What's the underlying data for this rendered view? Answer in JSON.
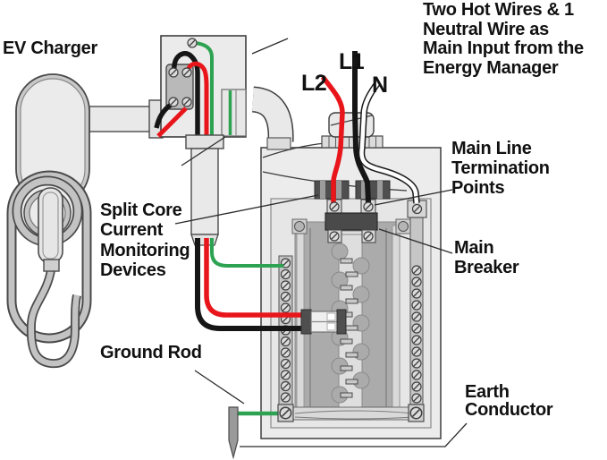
{
  "labels": {
    "ev_charger": "EV Charger",
    "energy_manager_note": [
      "Two Hot Wires & 1",
      "Neutral Wire as",
      "Main Input from the",
      "Energy Manager"
    ],
    "l1": "L1",
    "l2": "L2",
    "n": "N",
    "main_line_termination": [
      "Main Line",
      "Termination",
      "Points"
    ],
    "main_breaker": [
      "Main",
      "Breaker"
    ],
    "split_core": [
      "Split Core",
      "Current",
      "Monitoring",
      "Devices"
    ],
    "ground_rod": "Ground Rod",
    "earth_conductor": [
      "Earth",
      "Conductor"
    ]
  },
  "colors": {
    "red": "#e8161b",
    "black": "#161616",
    "green": "#2da352",
    "white": "#ffffff",
    "leader": "#2a2a2a"
  }
}
